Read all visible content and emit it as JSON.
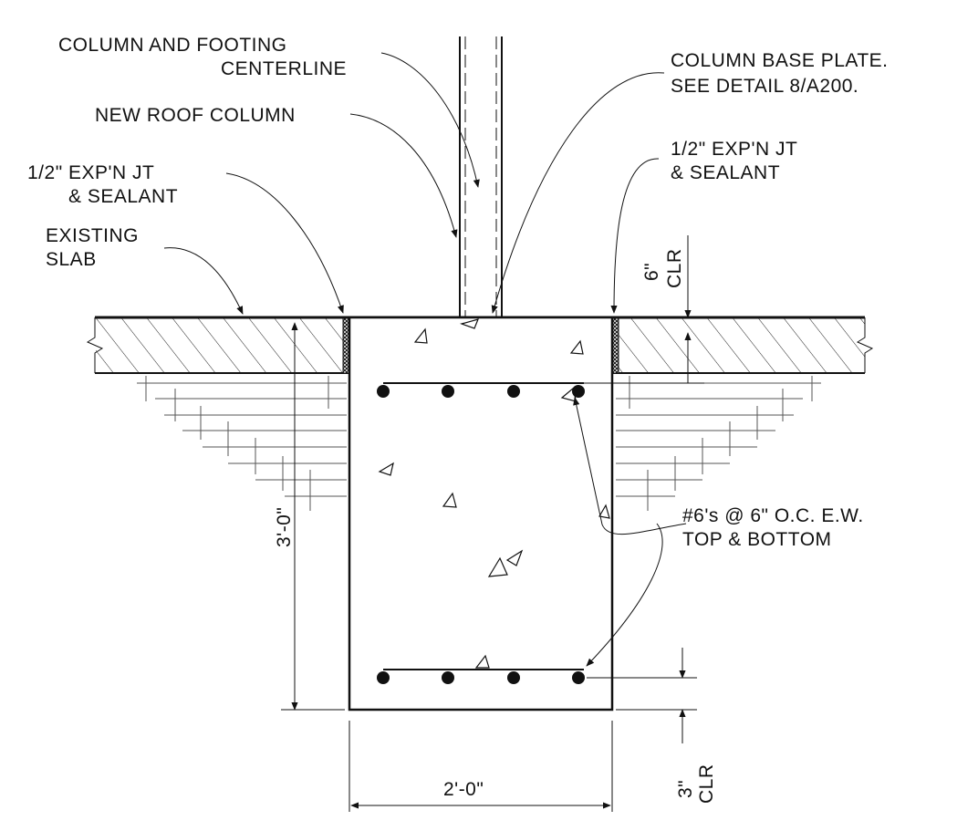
{
  "labels": {
    "centerline_1": "COLUMN AND FOOTING",
    "centerline_2": "CENTERLINE",
    "new_column": "NEW ROOF COLUMN",
    "exp_left_1": "1/2\" EXP'N JT",
    "exp_left_2": "& SEALANT",
    "slab_1": "EXISTING",
    "slab_2": "SLAB",
    "base_plate_1": "COLUMN BASE PLATE.",
    "base_plate_2": "SEE DETAIL 8/A200.",
    "exp_right_1": "1/2\" EXP'N JT",
    "exp_right_2": "& SEALANT",
    "clr_top_value": "6\"",
    "clr_top_unit": "CLR",
    "depth_dim": "3'-0\"",
    "rebar_1": "#6's @ 6\" O.C. E.W.",
    "rebar_2": "TOP & BOTTOM",
    "width_dim": "2'-0\"",
    "clr_bottom_value": "3\"",
    "clr_bottom_unit": "CLR"
  },
  "colors": {
    "ink": "#111111",
    "background": "#ffffff"
  }
}
